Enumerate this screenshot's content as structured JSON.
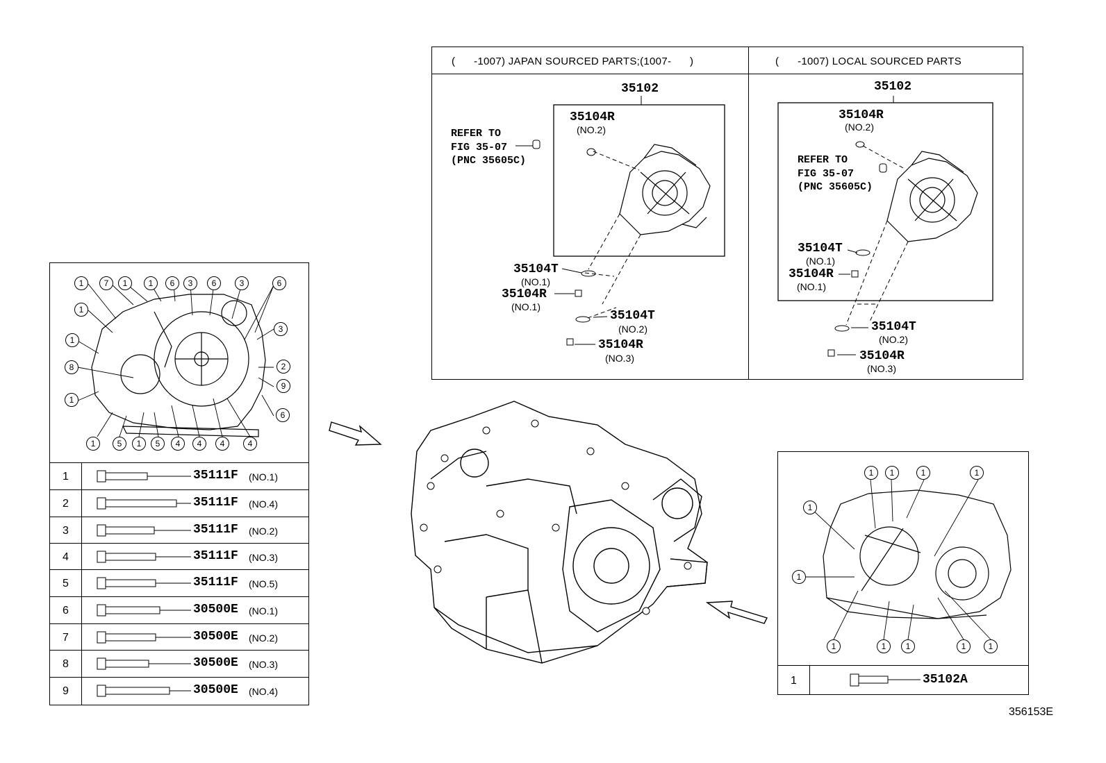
{
  "top_panel": {
    "left_header": "(      -1007) JAPAN SOURCED PARTS;(1007-      )",
    "right_header": "(      -1007) LOCAL SOURCED PARTS",
    "left": {
      "assembly": "35102",
      "refer_line1": "REFER TO",
      "refer_line2": "FIG 35-07",
      "refer_line3": "(PNC 35605C)",
      "p1": "35104R",
      "p1_sub": "(NO.2)",
      "p2": "35104T",
      "p2_sub": "(NO.1)",
      "p3": "35104R",
      "p3_sub": "(NO.1)",
      "p4": "35104T",
      "p4_sub": "(NO.2)",
      "p5": "35104R",
      "p5_sub": "(NO.3)"
    },
    "right": {
      "assembly": "35102",
      "refer_line1": "REFER TO",
      "refer_line2": "FIG 35-07",
      "refer_line3": "(PNC 35605C)",
      "p1": "35104R",
      "p1_sub": "(NO.2)",
      "p2": "35104T",
      "p2_sub": "(NO.1)",
      "p3": "35104R",
      "p3_sub": "(NO.1)",
      "p4": "35104T",
      "p4_sub": "(NO.2)",
      "p5": "35104R",
      "p5_sub": "(NO.3)"
    }
  },
  "left_panel": {
    "callouts_top": [
      "1",
      "7",
      "1",
      "1",
      "6",
      "3",
      "6",
      "3",
      "6"
    ],
    "callouts_left": [
      "1",
      "1",
      "8",
      "1"
    ],
    "callouts_right": [
      "3",
      "2",
      "9",
      "6"
    ],
    "callouts_bottom": [
      "1",
      "5",
      "1",
      "5",
      "4",
      "4",
      "4",
      "4"
    ],
    "bolt_table": [
      {
        "num": "1",
        "part": "35111F",
        "sub": "(NO.1)"
      },
      {
        "num": "2",
        "part": "35111F",
        "sub": "(NO.4)"
      },
      {
        "num": "3",
        "part": "35111F",
        "sub": "(NO.2)"
      },
      {
        "num": "4",
        "part": "35111F",
        "sub": "(NO.3)"
      },
      {
        "num": "5",
        "part": "35111F",
        "sub": "(NO.5)"
      },
      {
        "num": "6",
        "part": "30500E",
        "sub": "(NO.1)"
      },
      {
        "num": "7",
        "part": "30500E",
        "sub": "(NO.2)"
      },
      {
        "num": "8",
        "part": "30500E",
        "sub": "(NO.3)"
      },
      {
        "num": "9",
        "part": "30500E",
        "sub": "(NO.4)"
      }
    ]
  },
  "right_panel": {
    "callouts": [
      "1",
      "1",
      "1",
      "1",
      "1",
      "1",
      "1",
      "1",
      "1",
      "1",
      "1",
      "1"
    ],
    "bolt_table": [
      {
        "num": "1",
        "part": "35102A"
      }
    ]
  },
  "figure_id": "356153E"
}
